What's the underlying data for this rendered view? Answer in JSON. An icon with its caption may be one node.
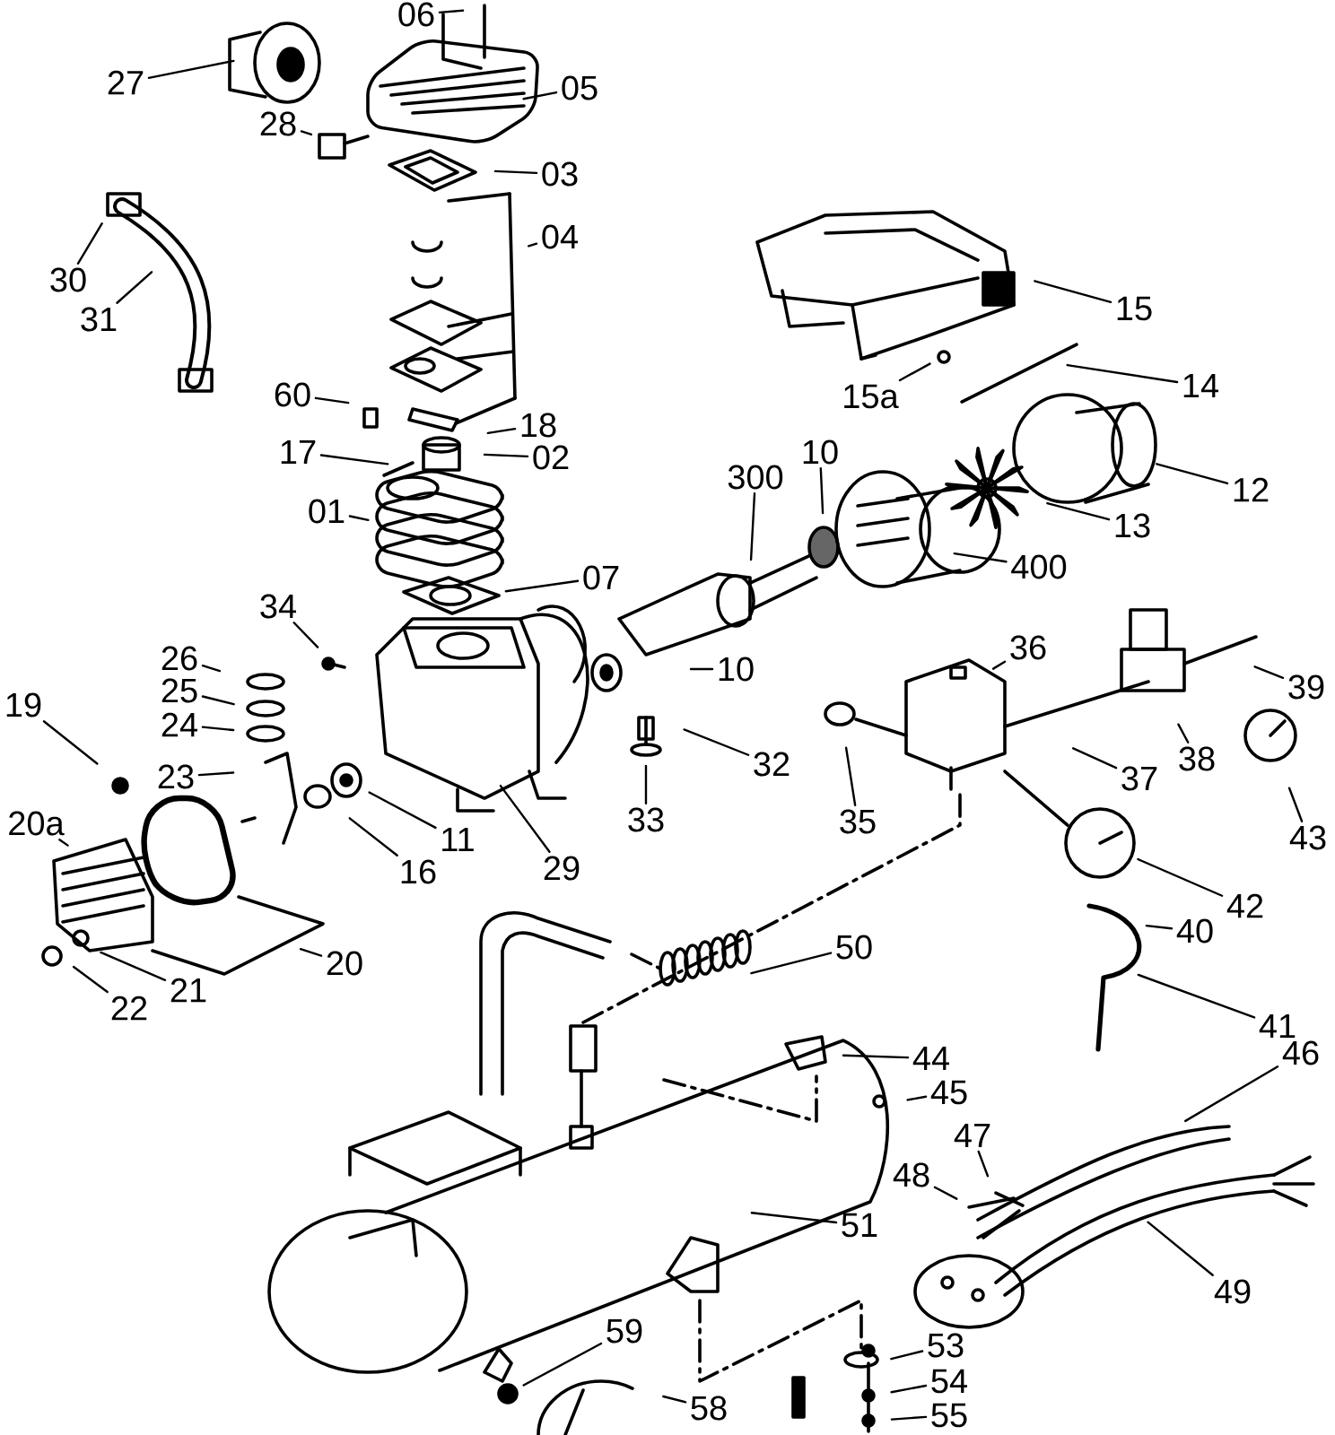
{
  "diagram": {
    "nodes": [
      {
        "text": [
          "06"
        ]
      },
      {
        "text": [
          "27"
        ]
      },
      {
        "text": [
          "05"
        ]
      },
      {
        "text": [
          "28"
        ]
      },
      {
        "text": [
          "03"
        ]
      },
      {
        "text": [
          "04"
        ]
      },
      {
        "text": [
          "30"
        ]
      },
      {
        "text": [
          "31"
        ]
      },
      {
        "text": [
          "15"
        ]
      },
      {
        "text": [
          "15a"
        ]
      },
      {
        "text": [
          "14"
        ]
      },
      {
        "text": [
          "60"
        ]
      },
      {
        "text": [
          "18"
        ]
      },
      {
        "text": [
          "17"
        ]
      },
      {
        "text": [
          "02"
        ]
      },
      {
        "text": [
          "300"
        ]
      },
      {
        "text": [
          "10"
        ]
      },
      {
        "text": [
          "12"
        ]
      },
      {
        "text": [
          "13"
        ]
      },
      {
        "text": [
          "01"
        ]
      },
      {
        "text": [
          "400"
        ]
      },
      {
        "text": [
          "07"
        ]
      },
      {
        "text": [
          "34"
        ]
      },
      {
        "text": [
          "26"
        ]
      },
      {
        "text": [
          "25"
        ]
      },
      {
        "text": [
          "24"
        ]
      },
      {
        "text": [
          "10"
        ]
      },
      {
        "text": [
          "36"
        ]
      },
      {
        "text": [
          "39"
        ]
      },
      {
        "text": [
          "19"
        ]
      },
      {
        "text": [
          "23"
        ]
      },
      {
        "text": [
          "32"
        ]
      },
      {
        "text": [
          "33"
        ]
      },
      {
        "text": [
          "35"
        ]
      },
      {
        "text": [
          "37"
        ]
      },
      {
        "text": [
          "38"
        ]
      },
      {
        "text": [
          "11"
        ]
      },
      {
        "text": [
          "16"
        ]
      },
      {
        "text": [
          "29"
        ]
      },
      {
        "text": [
          "43"
        ]
      },
      {
        "text": [
          "42"
        ]
      },
      {
        "text": [
          "20a"
        ]
      },
      {
        "text": [
          "20"
        ]
      },
      {
        "text": [
          "21"
        ]
      },
      {
        "text": [
          "22"
        ]
      },
      {
        "text": [
          "40"
        ]
      },
      {
        "text": [
          "50"
        ]
      },
      {
        "text": [
          "41"
        ]
      },
      {
        "text": [
          "44"
        ]
      },
      {
        "text": [
          "46"
        ]
      },
      {
        "text": [
          "45"
        ]
      },
      {
        "text": [
          "47"
        ]
      },
      {
        "text": [
          "48"
        ]
      },
      {
        "text": [
          "51"
        ]
      },
      {
        "text": [
          "49"
        ]
      },
      {
        "text": [
          "59"
        ]
      },
      {
        "text": [
          "53"
        ]
      },
      {
        "text": [
          "58"
        ]
      },
      {
        "text": [
          "54"
        ]
      },
      {
        "text": [
          "55"
        ]
      }
    ],
    "edges": [
      {
        "from": 0,
        "to": null,
        "arrow": "none"
      },
      {
        "from": 1,
        "to": null,
        "arrow": "none"
      },
      {
        "from": 2,
        "to": null,
        "arrow": "none"
      },
      {
        "from": 3,
        "to": null,
        "arrow": "none"
      },
      {
        "from": 4,
        "to": null,
        "arrow": "none"
      },
      {
        "from": 5,
        "to": null,
        "arrow": "none"
      },
      {
        "from": 6,
        "to": null,
        "arrow": "none"
      },
      {
        "from": 7,
        "to": null,
        "arrow": "none"
      },
      {
        "from": 8,
        "to": null,
        "arrow": "none"
      },
      {
        "from": 9,
        "to": null,
        "arrow": "none"
      },
      {
        "from": 10,
        "to": null,
        "arrow": "none"
      },
      {
        "from": 11,
        "to": null,
        "arrow": "none"
      },
      {
        "from": 12,
        "to": null,
        "arrow": "none"
      },
      {
        "from": 13,
        "to": null,
        "arrow": "none"
      },
      {
        "from": 14,
        "to": null,
        "arrow": "none"
      },
      {
        "from": 15,
        "to": null,
        "arrow": "none"
      },
      {
        "from": 16,
        "to": null,
        "arrow": "none"
      },
      {
        "from": 17,
        "to": null,
        "arrow": "none"
      },
      {
        "from": 18,
        "to": null,
        "arrow": "none"
      },
      {
        "from": 19,
        "to": null,
        "arrow": "none"
      },
      {
        "from": 20,
        "to": null,
        "arrow": "none"
      },
      {
        "from": 21,
        "to": null,
        "arrow": "none"
      },
      {
        "from": 22,
        "to": null,
        "arrow": "none"
      },
      {
        "from": 23,
        "to": null,
        "arrow": "none"
      },
      {
        "from": 24,
        "to": null,
        "arrow": "none"
      },
      {
        "from": 25,
        "to": null,
        "arrow": "none"
      },
      {
        "from": 26,
        "to": null,
        "arrow": "none"
      },
      {
        "from": 27,
        "to": null,
        "arrow": "none"
      },
      {
        "from": 28,
        "to": null,
        "arrow": "none"
      },
      {
        "from": 29,
        "to": null,
        "arrow": "none"
      },
      {
        "from": 30,
        "to": null,
        "arrow": "none"
      },
      {
        "from": 31,
        "to": null,
        "arrow": "none"
      },
      {
        "from": 32,
        "to": null,
        "arrow": "none"
      },
      {
        "from": 33,
        "to": null,
        "arrow": "none"
      },
      {
        "from": 34,
        "to": null,
        "arrow": "none"
      },
      {
        "from": 35,
        "to": null,
        "arrow": "none"
      },
      {
        "from": 36,
        "to": null,
        "arrow": "none"
      },
      {
        "from": 37,
        "to": null,
        "arrow": "none"
      },
      {
        "from": 38,
        "to": null,
        "arrow": "none"
      },
      {
        "from": 39,
        "to": null,
        "arrow": "none"
      },
      {
        "from": 40,
        "to": null,
        "arrow": "none"
      },
      {
        "from": 41,
        "to": null,
        "arrow": "none"
      },
      {
        "from": 42,
        "to": null,
        "arrow": "none"
      },
      {
        "from": 43,
        "to": null,
        "arrow": "none"
      },
      {
        "from": 44,
        "to": null,
        "arrow": "none"
      },
      {
        "from": 45,
        "to": null,
        "arrow": "none"
      },
      {
        "from": 46,
        "to": null,
        "arrow": "none"
      },
      {
        "from": 47,
        "to": null,
        "arrow": "none"
      },
      {
        "from": 48,
        "to": null,
        "arrow": "none"
      },
      {
        "from": 49,
        "to": null,
        "arrow": "none"
      },
      {
        "from": 50,
        "to": null,
        "arrow": "none"
      },
      {
        "from": 51,
        "to": null,
        "arrow": "none"
      },
      {
        "from": 52,
        "to": null,
        "arrow": "none"
      },
      {
        "from": 53,
        "to": null,
        "arrow": "none"
      },
      {
        "from": 54,
        "to": null,
        "arrow": "none"
      },
      {
        "from": 55,
        "to": null,
        "arrow": "none"
      },
      {
        "from": 56,
        "to": null,
        "arrow": "none"
      },
      {
        "from": 57,
        "to": null,
        "arrow": "none"
      },
      {
        "from": 58,
        "to": null,
        "arrow": "none"
      },
      {
        "from": 59,
        "to": null,
        "arrow": "none"
      }
    ]
  }
}
